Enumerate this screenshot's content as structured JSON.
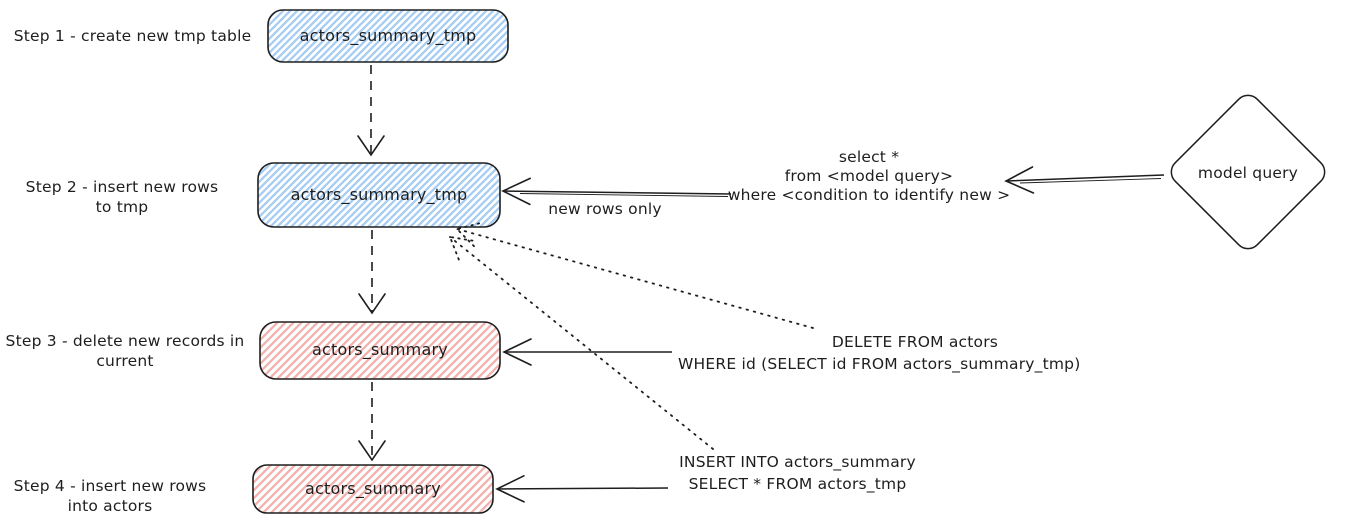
{
  "diagram": {
    "steps": [
      {
        "label": [
          "Step 1 - create new tmp table",
          ""
        ],
        "box": "actors_summary_tmp"
      },
      {
        "label": [
          "Step 2 - insert new rows",
          "to tmp"
        ],
        "box": "actors_summary_tmp"
      },
      {
        "label": [
          "Step 3 - delete new records in",
          "current"
        ],
        "box": "actors_summary"
      },
      {
        "label": [
          "Step 4 - insert new rows",
          "into actors"
        ],
        "box": "actors_summary"
      }
    ],
    "model_query_label": "model query",
    "select_query": {
      "lines": [
        "select *",
        "from <model query>",
        "where <condition to identify new >"
      ]
    },
    "new_rows_label": "new rows only",
    "delete_sql": {
      "lines": [
        "DELETE FROM actors",
        "WHERE id (SELECT id FROM actors_summary_tmp)"
      ]
    },
    "insert_sql": {
      "lines": [
        "INSERT INTO actors_summary",
        "SELECT * FROM actors_tmp"
      ]
    },
    "colors": {
      "tmp_table_fill": "#a5d8ff",
      "current_table_fill": "#ffc9c9",
      "stroke": "#1e1e1e",
      "background": "#ffffff"
    }
  }
}
